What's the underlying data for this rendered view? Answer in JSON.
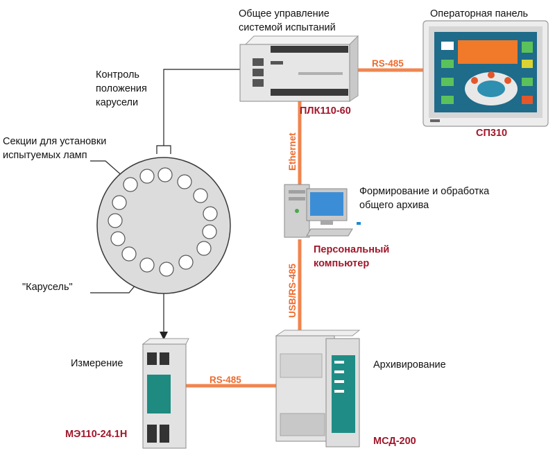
{
  "labels": {
    "control_title_1": "Общее управление",
    "control_title_2": "системой  испытаний",
    "operator_panel_title": "Операторная панель",
    "carousel_position_1": "Контроль",
    "carousel_position_2": "положения",
    "carousel_position_3": "карусели",
    "sections_1": "Секции для установки",
    "sections_2": "испытуемых ламп",
    "carousel": "\"Карусель\"",
    "archive_processing_1": "Формирование и обработка",
    "archive_processing_2": "общего архива",
    "measurement": "Измерение",
    "archiving": "Архивирование"
  },
  "devices": {
    "plc": "ПЛК110-60",
    "panel": "СП310",
    "pc_1": "Персональный",
    "pc_2": "компьютер",
    "meter": "МЭ110-24.1Н",
    "msd": "МСД-200"
  },
  "links": {
    "plc_panel": "RS-485",
    "plc_pc": "Ethernet",
    "pc_msd": "USB/RS-485",
    "meter_msd": "RS-485"
  },
  "colors": {
    "link_line": "#f0854f",
    "device_label": "#a0162a",
    "screen_bg": "#1e6b8a"
  }
}
